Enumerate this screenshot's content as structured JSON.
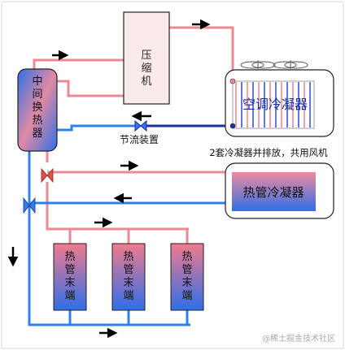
{
  "diagram": {
    "components": {
      "compressor": "压缩机",
      "intermediate_exchanger": "中间换热器",
      "ac_condenser": "空调冷凝器",
      "throttle": "节流装置",
      "heat_pipe_condenser": "热管冷凝器",
      "terminals": [
        "热管末端",
        "热管末端",
        "热管末端"
      ]
    },
    "annotation": "2套冷凝器并排放，共用风机",
    "watermark": "@稀土掘金技术社区"
  },
  "colors": {
    "hot_pipe": "#e98a96",
    "cold_pipe": "#2f80e8",
    "dark_pipe": "#1a2fa8",
    "border": "#222222",
    "valve_red": "#e05050",
    "valve_blue": "#2f7fe0"
  }
}
